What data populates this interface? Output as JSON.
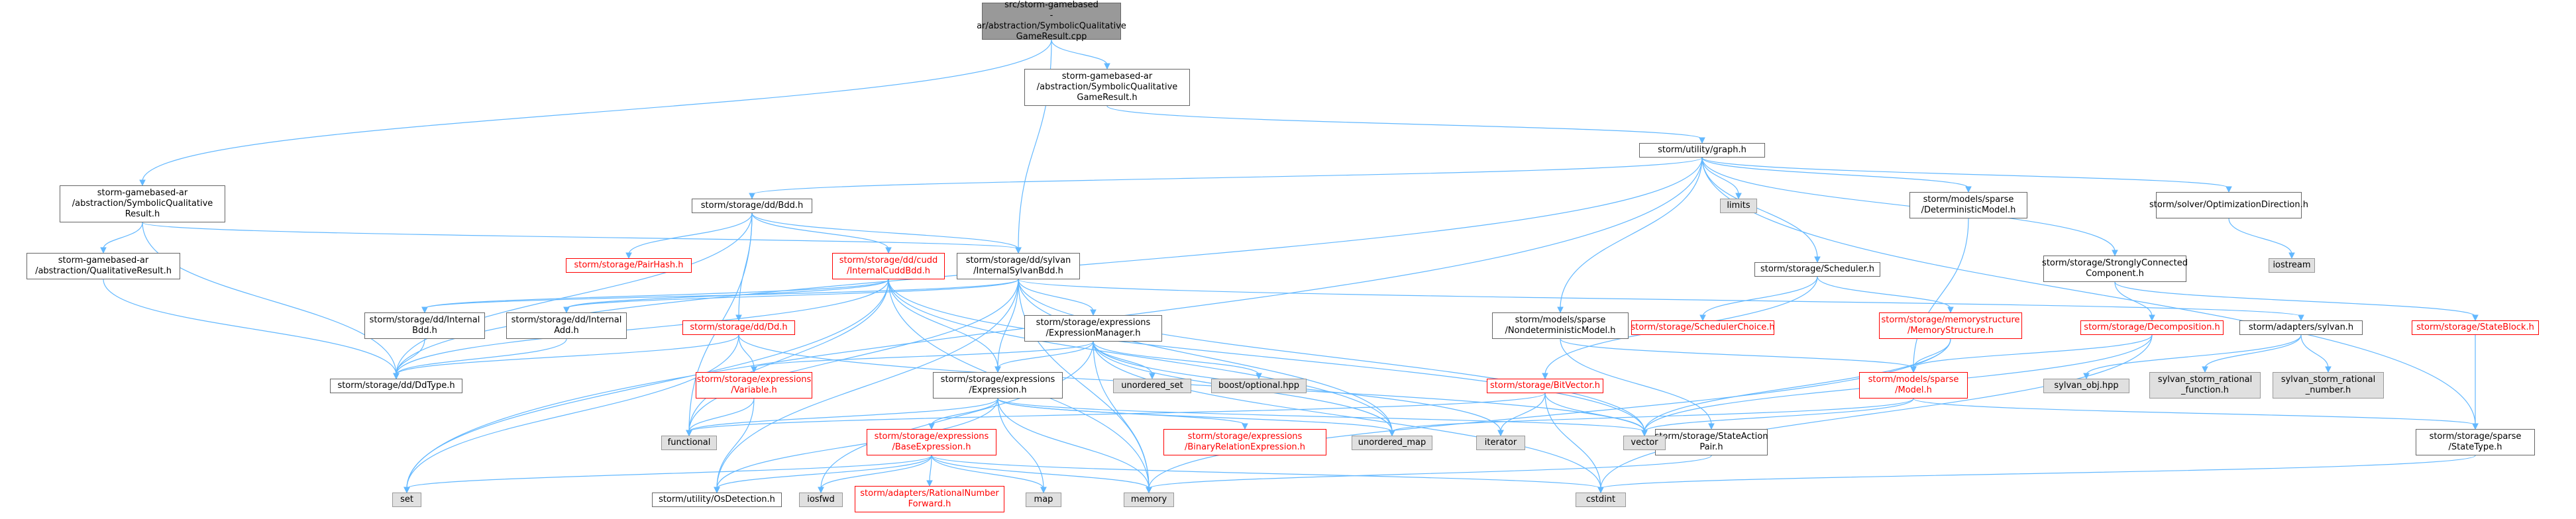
{
  "nodes": {
    "root": "src/storm-gamebased\n-ar/abstraction/SymbolicQualitative\nGameResult.cpp",
    "sqgr_h": "storm-gamebased-ar\n/abstraction/SymbolicQualitative\nGameResult.h",
    "graph_h": "storm/utility/graph.h",
    "sqr_h": "storm-gamebased-ar\n/abstraction/SymbolicQualitative\nResult.h",
    "qr_h": "storm-gamebased-ar\n/abstraction/QualitativeResult.h",
    "bdd_h": "storm/storage/dd/Bdd.h",
    "pairhash": "storm/storage/PairHash.h",
    "cuddbdd": "storm/storage/dd/cudd\n/InternalCuddBdd.h",
    "sylvanbdd": "storm/storage/dd/sylvan\n/InternalSylvanBdd.h",
    "limits": "limits",
    "detmodel": "storm/models/sparse\n/DeterministicModel.h",
    "optdir": "storm/solver/OptimizationDirection.h",
    "scc": "storm/storage/StronglyConnected\nComponent.h",
    "iostream": "iostream",
    "internalbdd": "storm/storage/dd/Internal\nBdd.h",
    "internaladd": "storm/storage/dd/Internal\nAdd.h",
    "dd_h": "storm/storage/dd/Dd.h",
    "ddtype": "storm/storage/dd/DdType.h",
    "variable": "storm/storage/expressions\n/Variable.h",
    "exprmanager": "storm/storage/expressions\n/ExpressionManager.h",
    "expression": "storm/storage/expressions\n/Expression.h",
    "baseexpr": "storm/storage/expressions\n/BaseExpression.h",
    "binrel": "storm/storage/expressions\n/BinaryRelationExpression.h",
    "rational": "storm/adapters/RationalNumber\nForward.h",
    "osdetect": "storm/utility/OsDetection.h",
    "ndmodel": "storm/models/sparse\n/NondeterministicModel.h",
    "scheduler": "storm/storage/Scheduler.h",
    "schedchoice": "storm/storage/SchedulerChoice.h",
    "memstruct": "storm/storage/memorystructure\n/MemoryStructure.h",
    "bitvector": "storm/storage/BitVector.h",
    "model": "storm/models/sparse\n/Model.h",
    "stateaction": "storm/storage/StateAction\nPair.h",
    "decomposition": "storm/storage/Decomposition.h",
    "sylvan_h": "storm/adapters/sylvan.h",
    "sylvan_obj": "sylvan_obj.hpp",
    "sylvan_rfunc": "sylvan_storm_rational\n_function.h",
    "sylvan_rnum": "sylvan_storm_rational\n_number.h",
    "stateblock": "storm/storage/StateBlock.h",
    "statetype": "storm/storage/sparse\n/StateType.h",
    "unordered_set": "unordered_set",
    "boost_optional": "boost/optional.hpp",
    "unordered_map": "unordered_map",
    "iterator": "iterator",
    "vector": "vector",
    "functional": "functional",
    "set": "set",
    "iosfwd": "iosfwd",
    "map": "map",
    "memory": "memory",
    "cstdint": "cstdint"
  },
  "colors": {
    "edge": "#63b8ff",
    "root_fill": "#999999",
    "external_fill": "#e0e0e0",
    "missing_border": "#ff0000"
  }
}
